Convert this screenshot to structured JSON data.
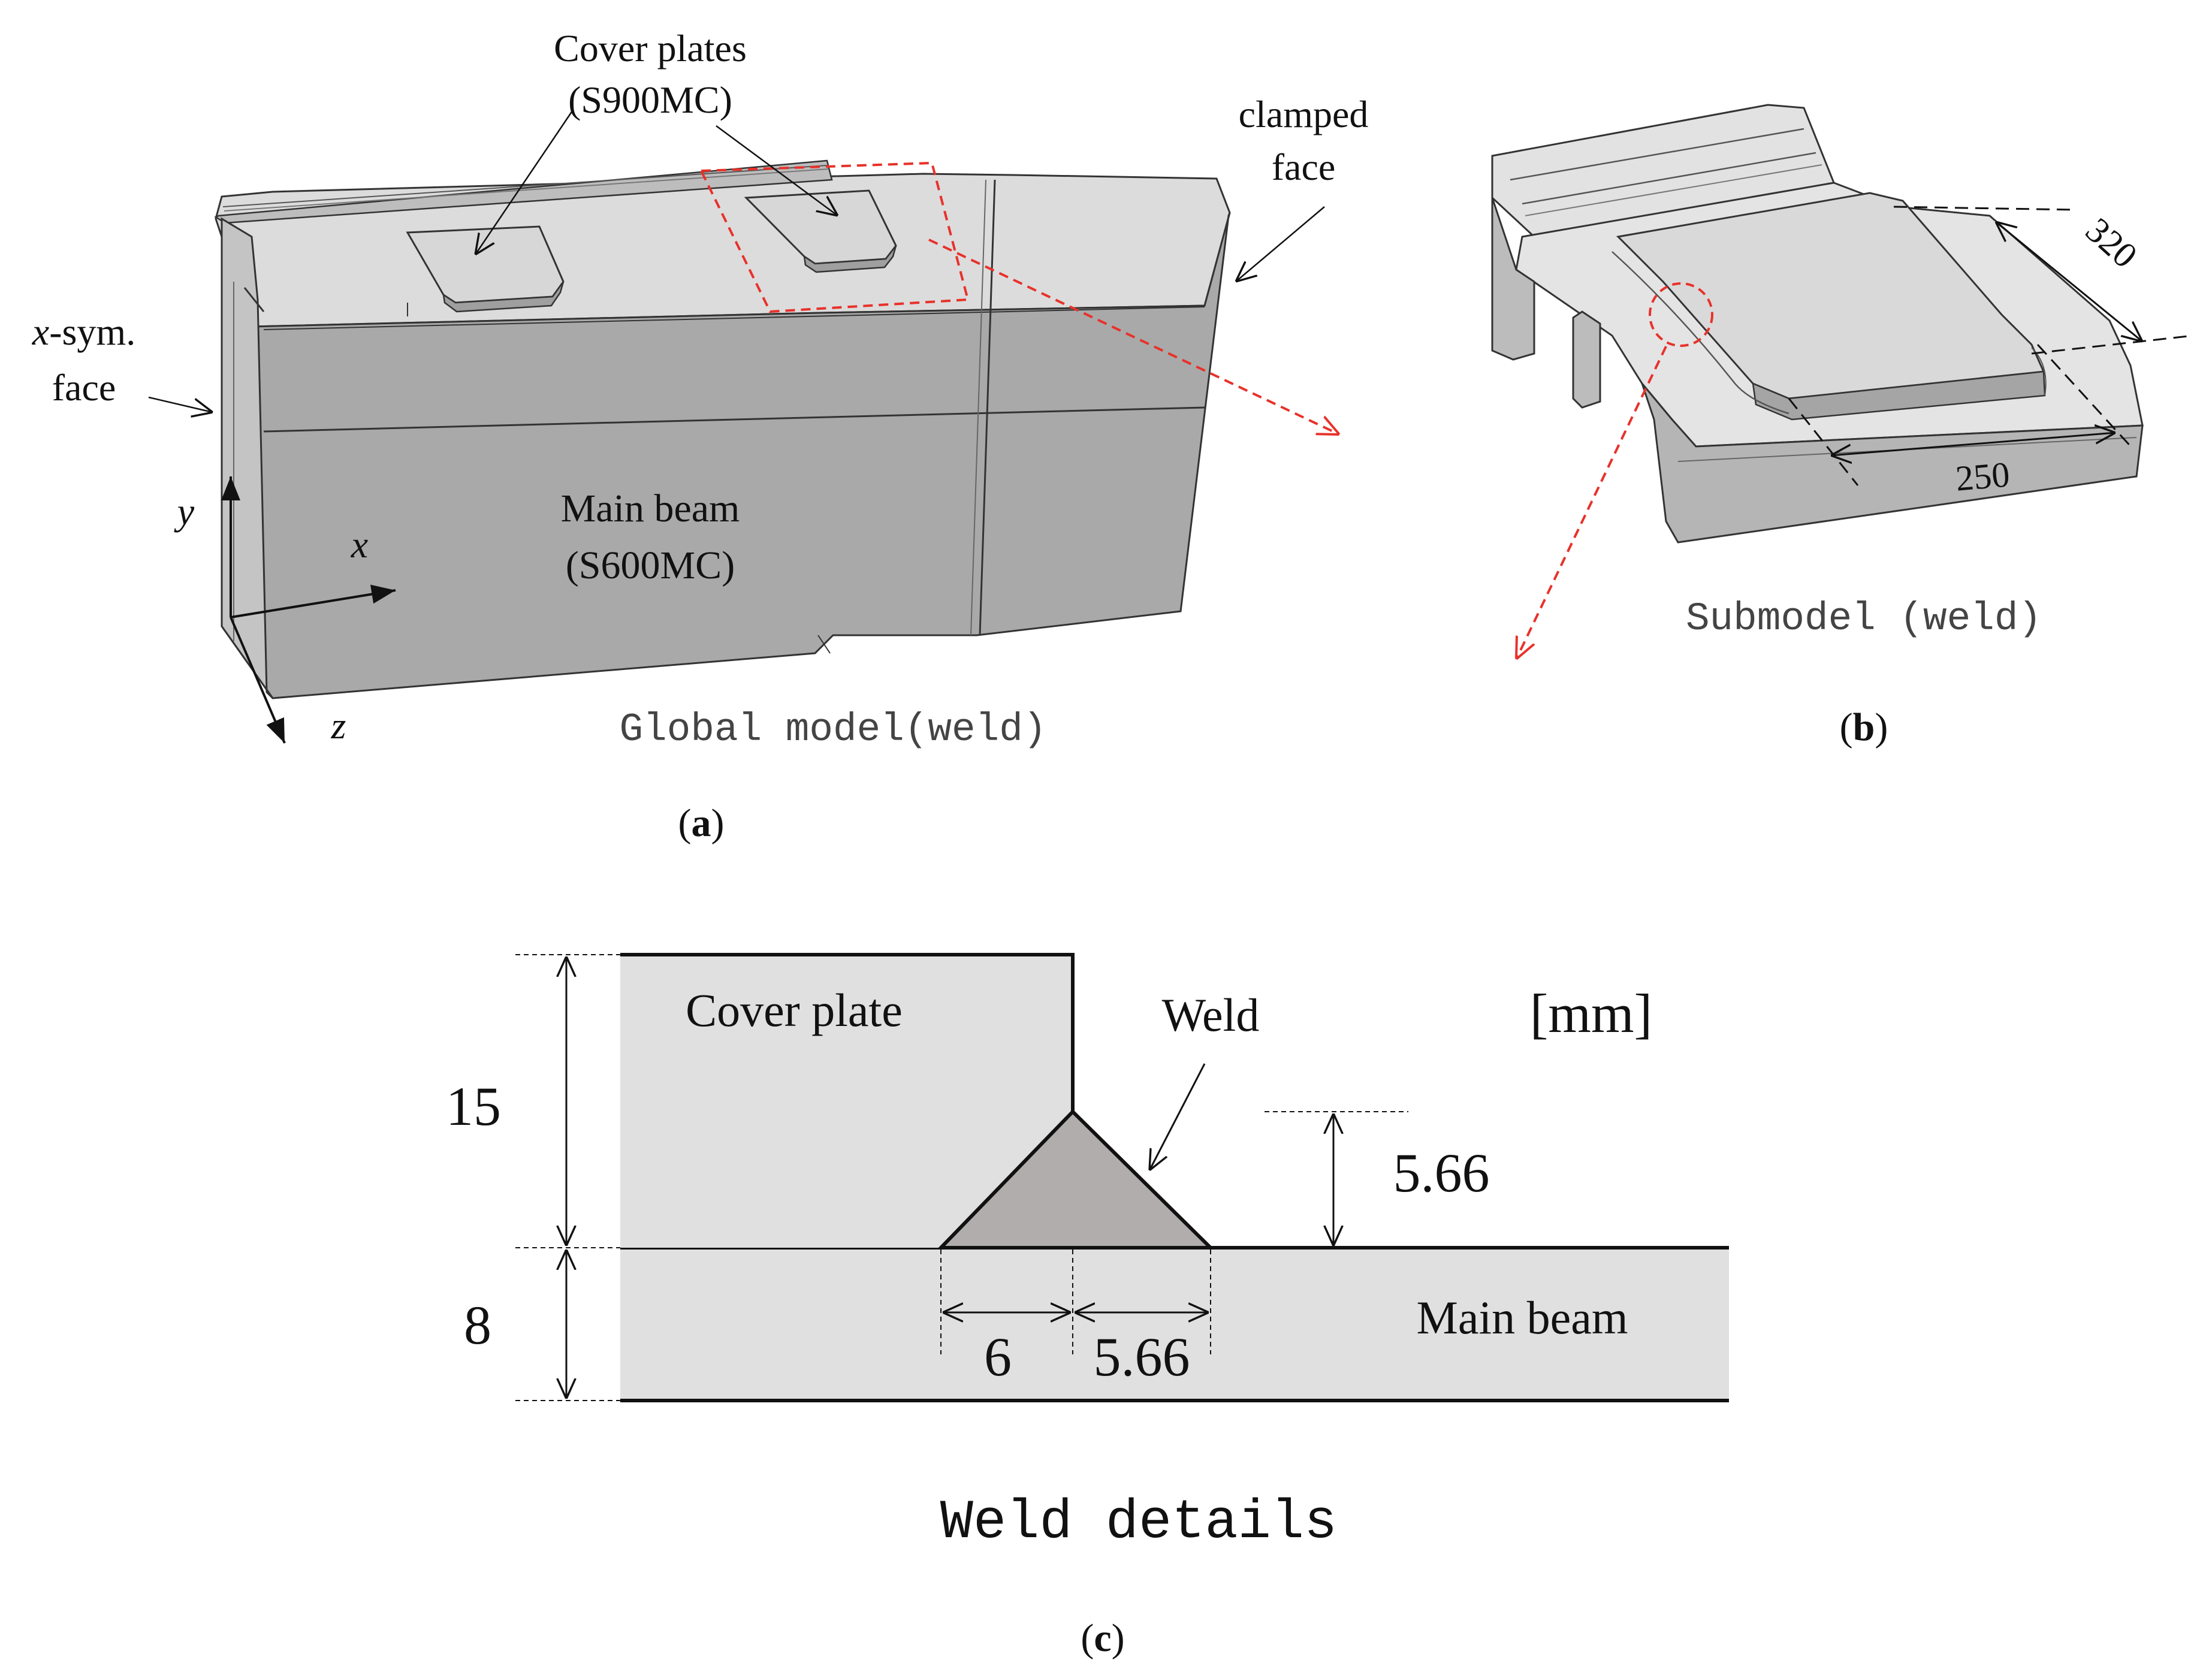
{
  "panel_a": {
    "cover_plates_line1": "Cover plates",
    "cover_plates_line2": "(S900MC)",
    "clamped_line1": "clamped",
    "clamped_line2": "face",
    "xsym_prefix": "x",
    "xsym_suffix": "-sym.",
    "xsym_line2": "face",
    "main_beam_line1": "Main beam",
    "main_beam_line2": "(S600MC)",
    "axis_x": "x",
    "axis_y": "y",
    "axis_z": "z",
    "model_label": "Global model(weld)",
    "panel_open": "(",
    "panel_letter": "a",
    "panel_close": ")"
  },
  "panel_b": {
    "dim_320": "320",
    "dim_250": "250",
    "model_label": "Submodel (weld)",
    "panel_open": "(",
    "panel_letter": "b",
    "panel_close": ")"
  },
  "panel_c": {
    "cover_plate": "Cover plate",
    "weld": "Weld",
    "unit": "[mm]",
    "main_beam": "Main beam",
    "dim_15": "15",
    "dim_8": "8",
    "dim_566_v": "5.66",
    "dim_6": "6",
    "dim_566_h": "5.66",
    "title": "Weld details",
    "panel_open": "(",
    "panel_letter": "c",
    "panel_close": ")"
  },
  "colors": {
    "steel_face": "#a9a9a9",
    "steel_top": "#dcdcdc",
    "plate_fill": "#e0e0e0",
    "weld_fill": "#b2adad",
    "callout_red": "#e8312a"
  }
}
